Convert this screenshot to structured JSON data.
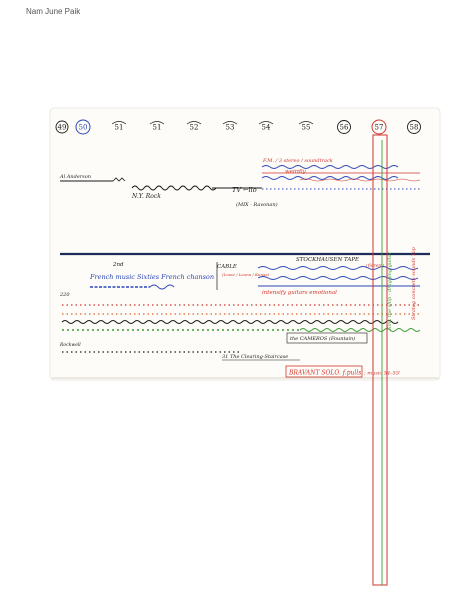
{
  "header": {
    "artist": "Nam June Paik"
  },
  "score": {
    "timeline_labels": [
      "49",
      "50",
      "51",
      "51",
      "52",
      "53",
      "54",
      "55",
      "56",
      "57",
      "58"
    ],
    "tracks": {
      "top": {
        "left_annotation": "Al Anderson",
        "ny_rock": "N.Y. Rock",
        "tv_label": "TV ←llo",
        "mix_label": "(MIX - Ravonan)",
        "fm_label": "F.M. / 3 stereo / soundtrack",
        "red_label": "weirdly"
      },
      "lower": {
        "left_annotation": "2nd",
        "french": "French music  Sixties French chanson",
        "cable": "CABLE",
        "cable_sub": "(Louie / Leona / Kunas)",
        "stockhausen": "STOCKHAUSEN TAPE",
        "stockhausen_sub": "(fiorem)",
        "intensity": "intensify  guitars emotional",
        "left_small": "220",
        "bottom_left": "Rockwell",
        "strokes_label": "the CAMEROS (Fountain)",
        "footer_note": "31  The Clearing-Staircase",
        "solo_box": "BRAVANT SOLO. f.pulls",
        "solo_tail": "; music 54–55'"
      },
      "vertical": {
        "green": "Sink the ship - dragging guitar",
        "red": "Strateg concrete sounds Top"
      }
    },
    "colors": {
      "ink_black": "#1a1a1a",
      "ink_blue": "#2b46b8",
      "ink_red": "#d1342c",
      "ink_green": "#3f9a3a",
      "ink_orange": "#e0642a",
      "ink_navy": "#1f2a5c",
      "paper": "#fdfcf8"
    }
  }
}
